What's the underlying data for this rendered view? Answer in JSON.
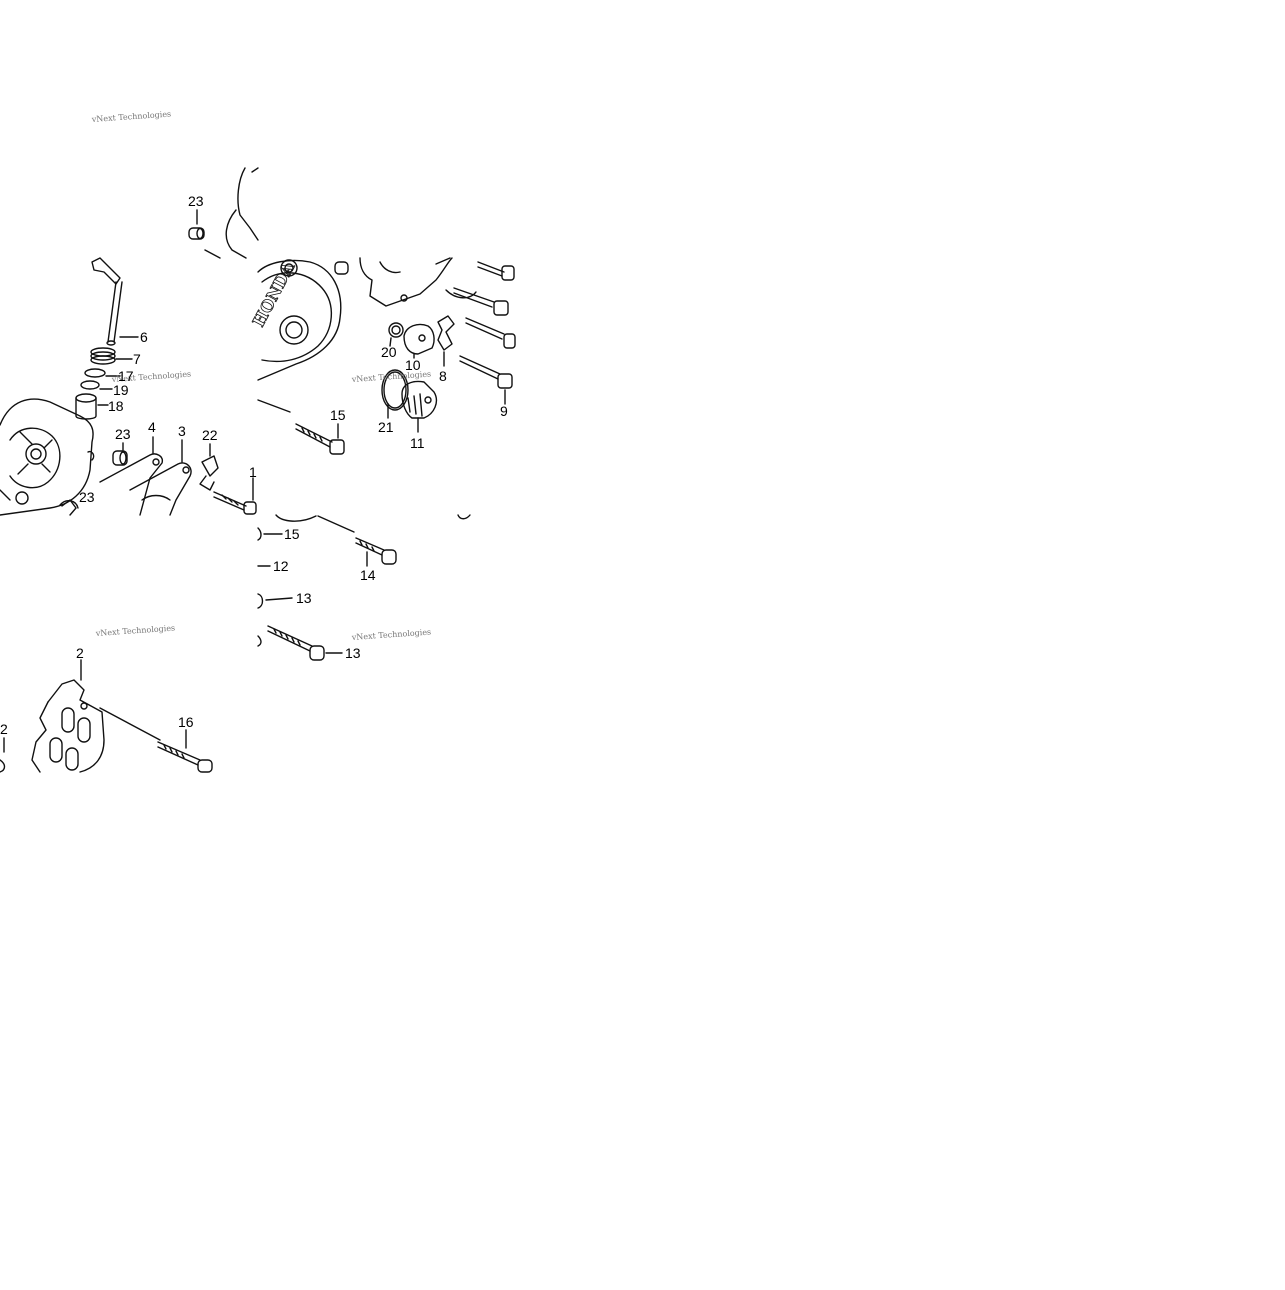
{
  "diagram": {
    "watermark_text": "vNext Technologies",
    "brand_text": "HONDA",
    "callouts": [
      "23",
      "6",
      "7",
      "17",
      "19",
      "18",
      "23",
      "4",
      "3",
      "22",
      "1",
      "23",
      "20",
      "10",
      "8",
      "9",
      "15",
      "21",
      "11",
      "15",
      "14",
      "12",
      "13",
      "13",
      "2",
      "16",
      "2"
    ]
  }
}
